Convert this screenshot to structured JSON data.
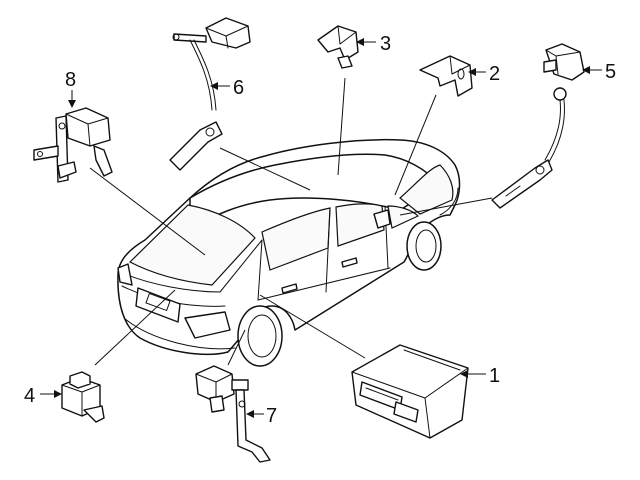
{
  "callouts": [
    {
      "id": "1",
      "label": "1"
    },
    {
      "id": "2",
      "label": "2"
    },
    {
      "id": "3",
      "label": "3"
    },
    {
      "id": "4",
      "label": "4"
    },
    {
      "id": "5",
      "label": "5"
    },
    {
      "id": "6",
      "label": "6"
    },
    {
      "id": "7",
      "label": "7"
    },
    {
      "id": "8",
      "label": "8"
    }
  ],
  "icons": {
    "vehicle": "sedan-rear-three-quarter-icon",
    "part1": "control-module-icon",
    "part2": "mounting-bracket-icon",
    "part3": "mounting-bracket-icon",
    "part4": "sensor-icon",
    "part5": "level-sensor-icon",
    "part6": "level-sensor-icon",
    "part7": "level-sensor-icon",
    "part8": "level-sensor-icon"
  },
  "colors": {
    "line": "#111111",
    "background": "#ffffff"
  }
}
